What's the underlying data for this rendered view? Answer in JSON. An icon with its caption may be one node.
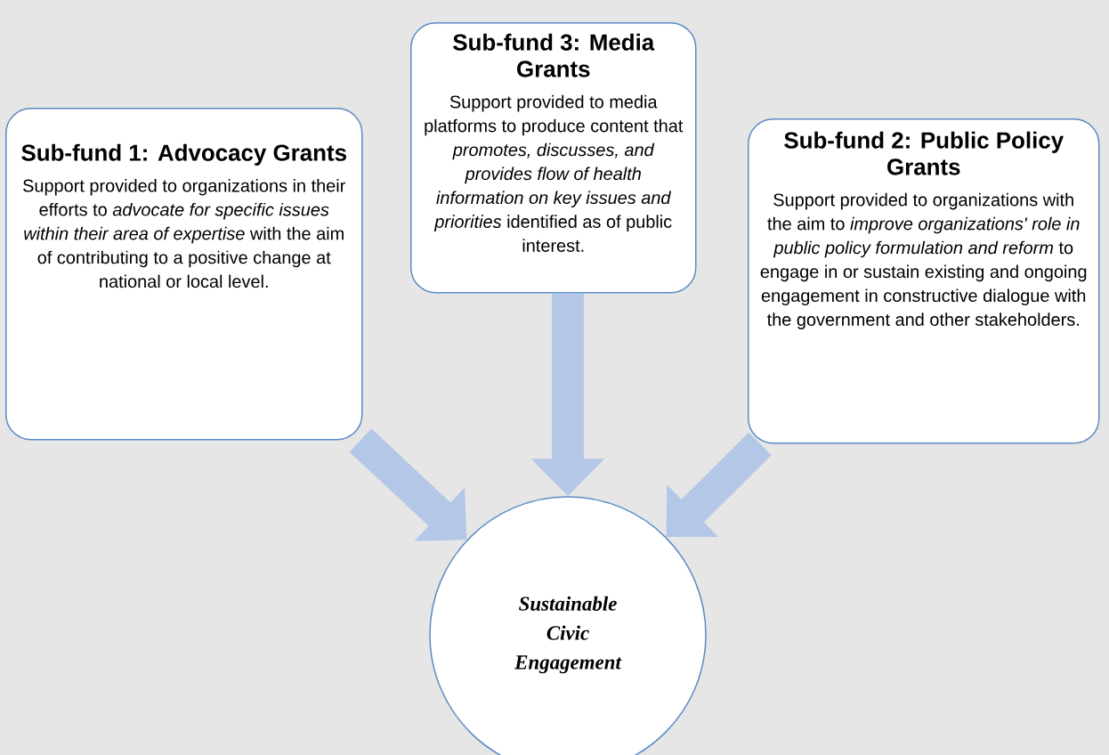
{
  "diagram": {
    "nodes": [
      {
        "text": [
          "Sub-fund 1: Advocacy Grants",
          "Support provided to organizations in their efforts to *advocate for specific issues within their area of expertise* with the aim of contributing to a positive change at national or local level."
        ]
      },
      {
        "text": [
          "Sub-fund 3: Media Grants",
          "Support provided to media platforms to produce content that *promotes, discusses, and provides flow of health information on key issues and priorities* identified as of public interest."
        ]
      },
      {
        "text": [
          "Sub-fund 2: Public Policy Grants",
          "Support provided to organizations with the aim to *improve organizations' role in public policy formulation and reform* to engage in or sustain existing and ongoing engagement in constructive dialogue with the government and other stakeholders."
        ]
      },
      {
        "text": [
          "Sustainable Civic Engagement"
        ]
      }
    ],
    "edges": [
      {
        "from": 0,
        "to": 3,
        "arrow": "to"
      },
      {
        "from": 1,
        "to": 3,
        "arrow": "to"
      },
      {
        "from": 2,
        "to": 3,
        "arrow": "to"
      }
    ]
  }
}
